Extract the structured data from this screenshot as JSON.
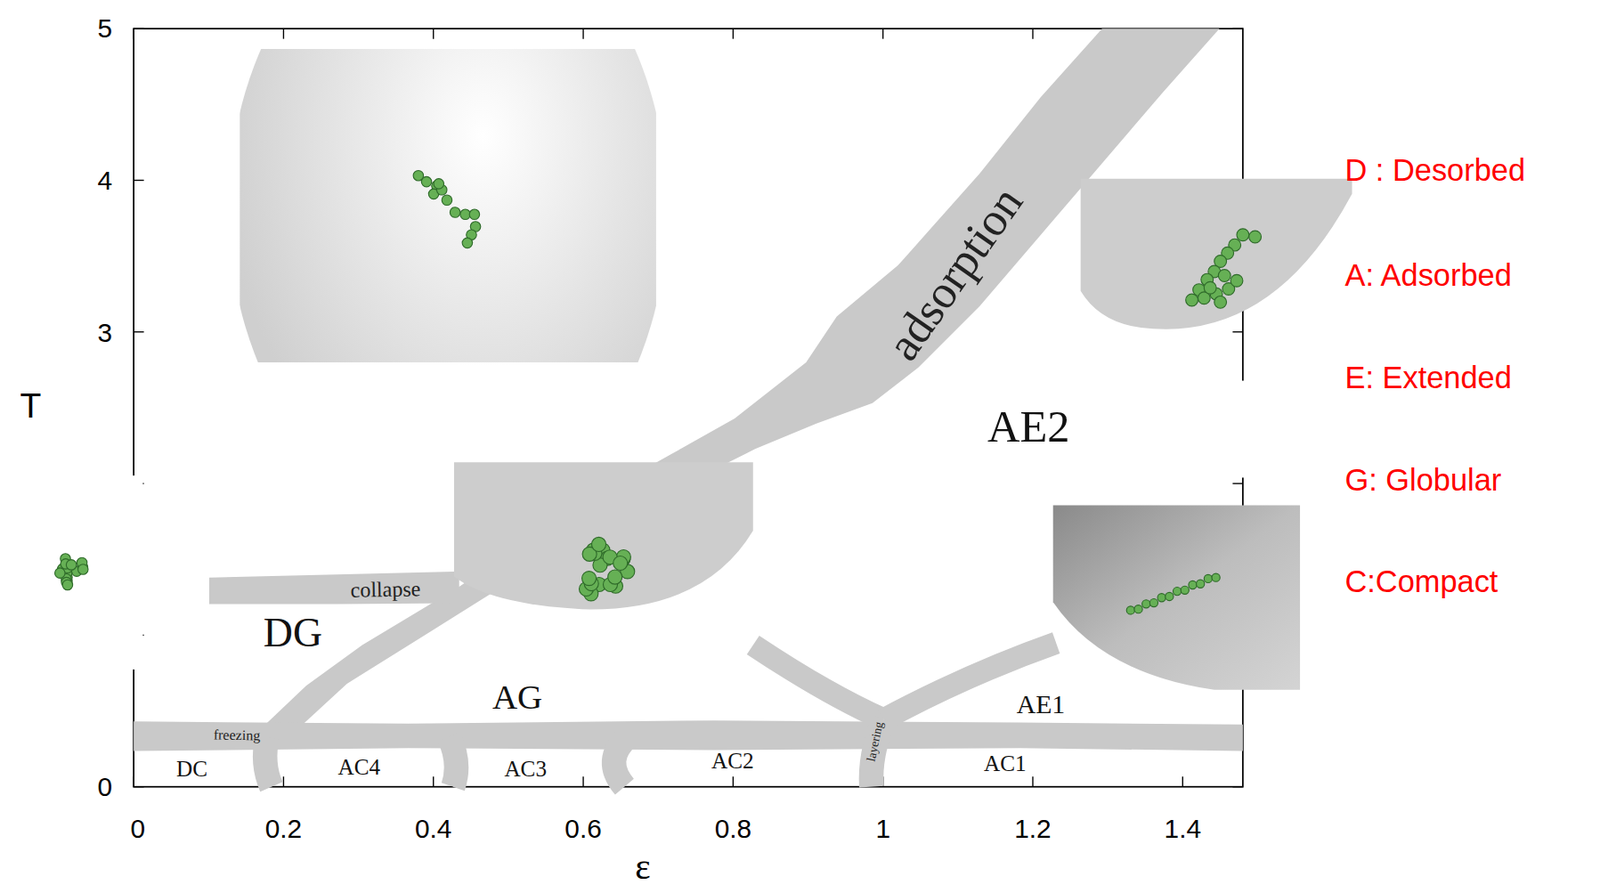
{
  "diagram": {
    "nodes": [
      {
        "text": [
          "adsorption"
        ]
      },
      {
        "text": [
          "collapse"
        ]
      },
      {
        "text": [
          "freezing"
        ]
      },
      {
        "text": [
          "layering"
        ]
      }
    ],
    "labels": [
      "DG",
      "AG",
      "AE2",
      "AE1",
      "DC",
      "AC4",
      "AC3",
      "AC2",
      "AC1",
      "5",
      "4",
      "3",
      "0",
      "0",
      "0.2",
      "0.4",
      "0.6",
      "0.8",
      "1",
      "1.2",
      "1.4",
      "T",
      "ε",
      "D : Desorbed",
      "A: Adsorbed",
      "E: Extended",
      "G: Globular",
      "C:Compact"
    ]
  }
}
